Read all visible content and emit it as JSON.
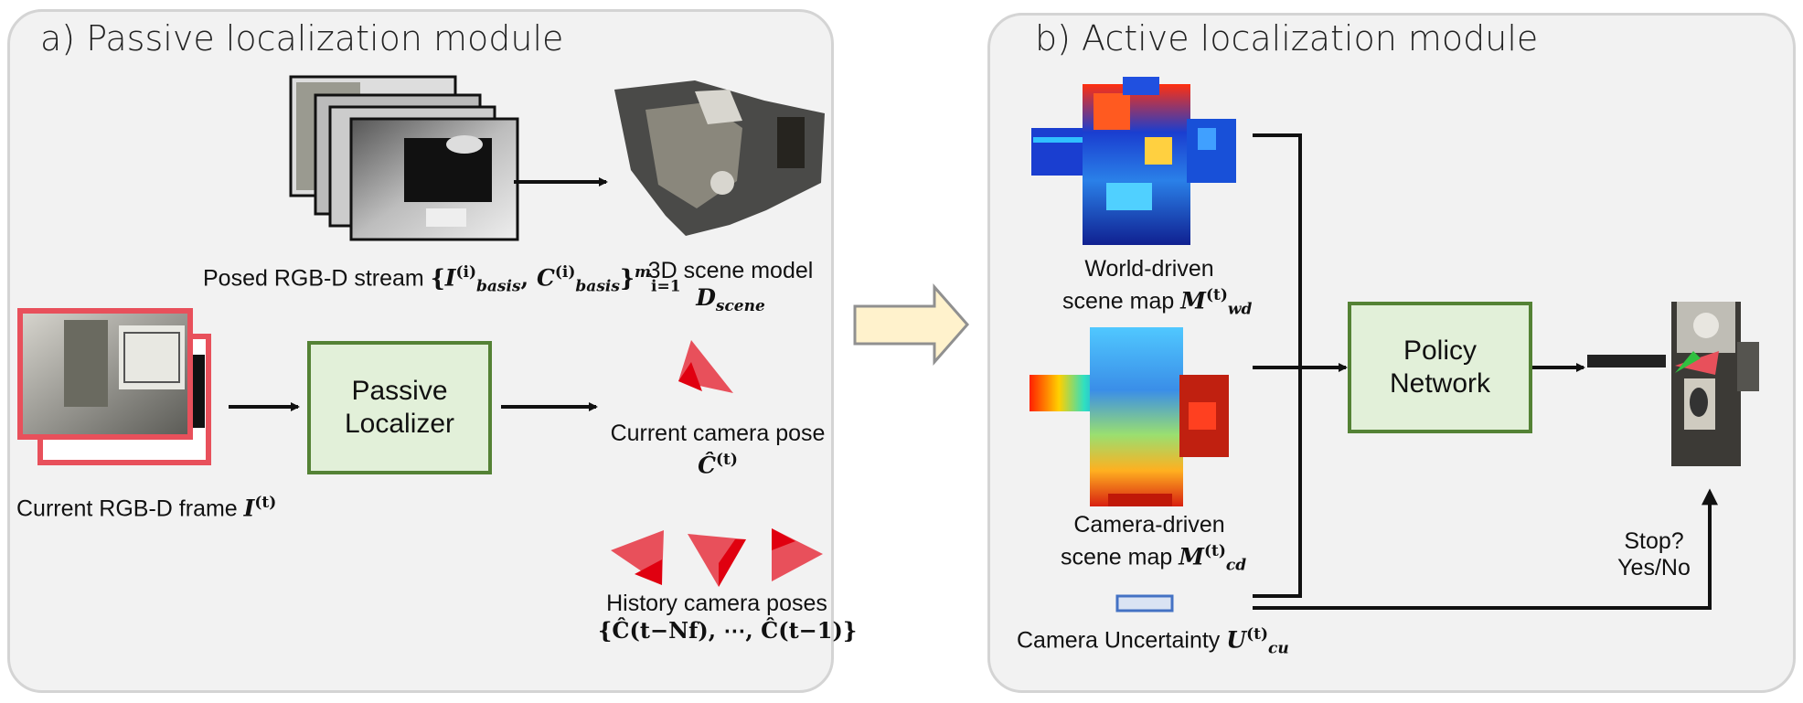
{
  "panel_a": {
    "title": "a) Passive localization module",
    "posed_stream_label": "Posed RGB-D stream",
    "scene_model": {
      "label": "3D scene model",
      "symbol": "D",
      "sub": "scene"
    },
    "localizer": {
      "line1": "Passive",
      "line2": "Localizer"
    },
    "current_pose": {
      "label": "Current camera pose",
      "symbol": "Ĉ",
      "sup": "(t)"
    },
    "current_frame": {
      "label": "Current RGB-D frame",
      "symbol": "I",
      "sup": "(t)"
    },
    "history": {
      "label": "History camera poses",
      "formula": "{Ĉ(t−Nf), ⋯, Ĉ(t−1)}"
    }
  },
  "panel_b": {
    "title": "b) Active localization module",
    "world_map": {
      "line1": "World-driven",
      "line2": "scene map",
      "symbol": "M",
      "sup": "(t)",
      "sub": "wd"
    },
    "camera_map": {
      "line1": "Camera-driven",
      "line2": "scene map",
      "symbol": "M",
      "sup": "(t)",
      "sub": "cd"
    },
    "uncertainty": {
      "label": "Camera Uncertainty",
      "symbol": "U",
      "sup": "(t)",
      "sub": "cu"
    },
    "policy": {
      "line1": "Policy",
      "line2": "Network"
    },
    "stop": {
      "line1": "Stop?",
      "line2": "Yes/No"
    }
  },
  "colors": {
    "panel_bg": "#f2f2f2",
    "panel_border": "#d4d4d4",
    "box_fill": "#e2f0d9",
    "box_border": "#548235",
    "frame_border": "#e8505b",
    "camera_red": "#e8505b",
    "transition_arrow_fill": "#fff2cc",
    "uncertainty_bar": "#4472c4"
  }
}
